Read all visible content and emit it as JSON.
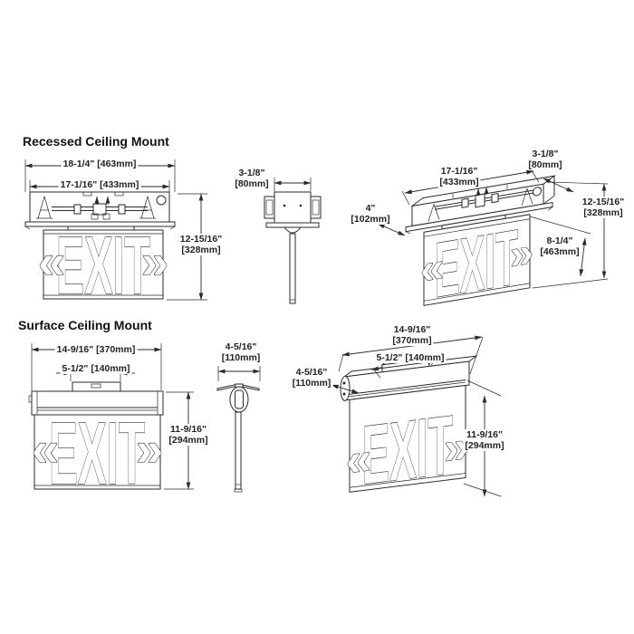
{
  "headings": {
    "recessed": "Recessed Ceiling Mount",
    "surface": "Surface Ceiling Mount"
  },
  "exit_text": "EXIT",
  "icons": {
    "chevron_left": "«",
    "chevron_right": "»"
  },
  "colors": {
    "line": "#2a2a2a",
    "background": "#ffffff"
  },
  "recessed": {
    "front": {
      "width_outer": "18-1/4\" [463mm]",
      "width_inner": "17-1/16\" [433mm]",
      "height_in": "12-15/16\"",
      "height_mm": "[328mm]"
    },
    "side": {
      "depth_in": "3-1/8\"",
      "depth_mm": "[80mm]"
    },
    "iso": {
      "width_in": "17-1/16\"",
      "width_mm": "[433mm]",
      "depth_in": "3-1/8\"",
      "depth_mm": "[80mm]",
      "mount_in": "4\"",
      "mount_mm": "[102mm]",
      "height_in": "12-15/16\"",
      "height_mm": "[328mm]",
      "panel_in": "8-1/4\"",
      "panel_mm": "[463mm]"
    }
  },
  "surface": {
    "front": {
      "width_outer": "14-9/16\" [370mm]",
      "plate": "5-1/2\" [140mm]",
      "height_in": "11-9/16\"",
      "height_mm": "[294mm]"
    },
    "side": {
      "width_in": "4-5/16\"",
      "width_mm": "[110mm]"
    },
    "iso": {
      "width_in": "14-9/16\"",
      "width_mm": "[370mm]",
      "plate": "5-1/2\" [140mm]",
      "canopy_in": "4-5/16\"",
      "canopy_mm": "[110mm]",
      "height_in": "11-9/16\"",
      "height_mm": "[294mm]"
    }
  }
}
